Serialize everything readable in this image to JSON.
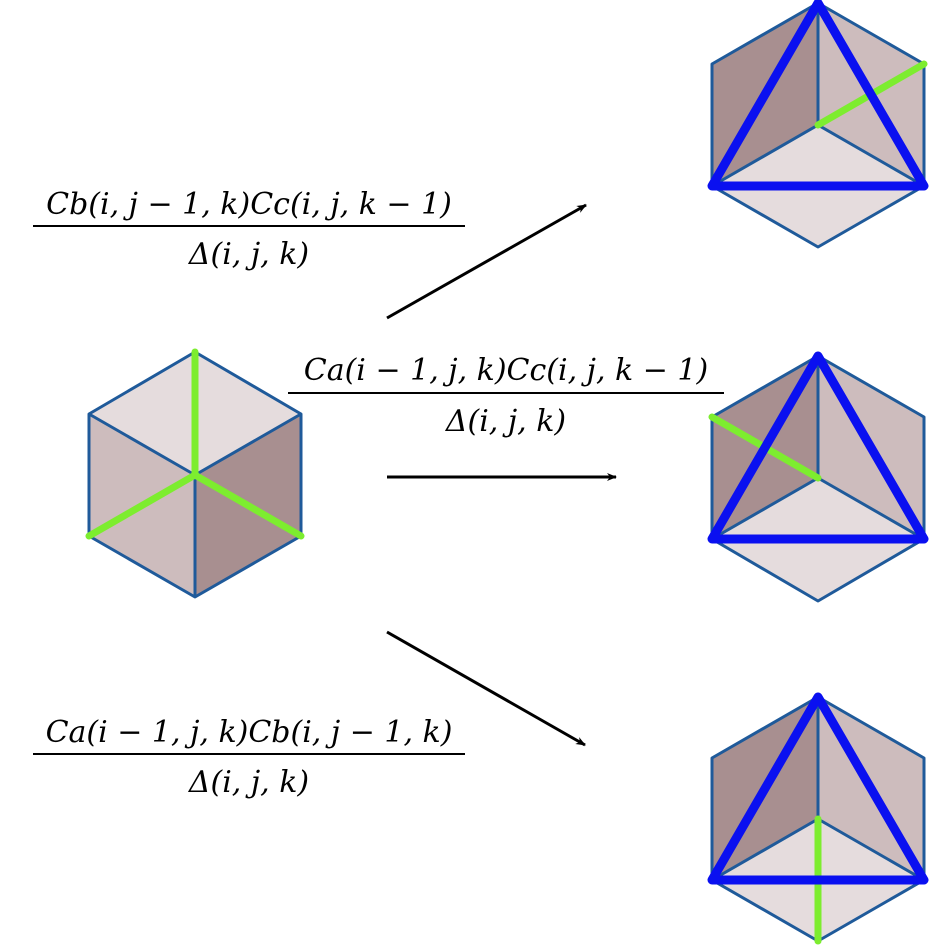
{
  "colors": {
    "face_light": "#e5dcdd",
    "face_mid": "#cdbcbd",
    "face_dark": "#a88f90",
    "outline": "#1f5a9a",
    "green": "#7ded2f",
    "blue": "#0a10f0",
    "arrow": "#000000",
    "background": "#ffffff"
  },
  "labels": {
    "top": {
      "numerator": "Cb(i, j − 1, k)Cc(i, j, k − 1)",
      "denominator": "Δ(i, j, k)"
    },
    "middle": {
      "numerator": "Ca(i − 1, j, k)Cc(i, j, k − 1)",
      "denominator": "Δ(i, j, k)"
    },
    "bottom": {
      "numerator": "Ca(i − 1, j, k)Cb(i, j − 1, k)",
      "denominator": "Δ(i, j, k)"
    }
  }
}
